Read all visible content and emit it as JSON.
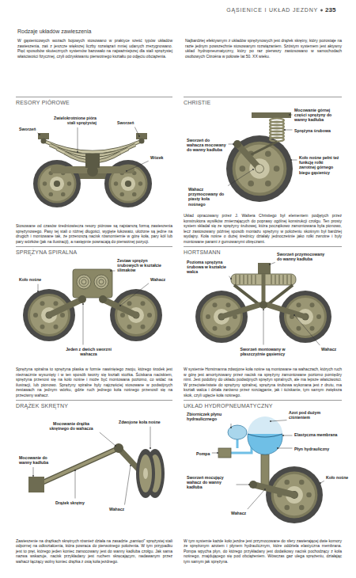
{
  "diagram": {
    "title": "Rodzaje układów zawieszenia",
    "nodes": [
      {
        "text": [
          "RESORY PIÓROWE",
          "Stosowane od czasów średniowiecza resory piórowe są najstarszą formą zawieszenia sprężynowego. Pasy tej stali o różnej długości, wygięte łukowato, ułożone są jedne na drugich i montowane tak, że przenoszą nacisk równomiernie w górę koła, pary kół lub pary wózków (jak na ilustracji), a następnie powracają do pierwotnej pozycji."
        ]
      },
      {
        "text": [
          "CHRISTIE",
          "Układ opracowany przez J. Waltera Christiego był elementem podjętych przez konstruktora wysiłków zmierzających do poprawy ogólnej konstrukcji czołgu. Ten prosty system składał się ze sprężyny śrubowej, która początkowo zamontowana była pionowo, lecz zastosowany później sposób montażu sprężyny w położeniu skośnym był bardziej wydajny. Koła nośne o dużej średnicy działały jednocześnie jako rolki zwrotne i były montowane parami z gumowanymi obręczami."
        ]
      },
      {
        "text": [
          "SPRĘŻYNA SPIRALNA",
          "Sprężyna spiralna to sprężyna płaska w formie nawiniętego zwoju, którego środek jest nieznacznie wysunięty i w ten sposób tworzy się kształt stożka. Ściskana naciskiem, sprężyna przenosi się na koło nośne i może być montowana poziomo, co widać na ilustracji, lub pionowo. Sprężyny spiralne były najczęściej stosowane w podwójnych zestawach na jednym wózku, gdzie ruch jednego koła nośnego przenosił się na przeciwny wahacz."
        ]
      },
      {
        "text": [
          "HORTSMANN",
          "W systemie Horstmanna zdwojone koła nośne są montowane na wahaczach, których ruch w górę jest amortyzowany przez nacisk na sprężyny zamontowane poziomo pomiędzy nimi. Jest podobny do układu podwójnych sprężyn spiralnych, ale ma lepsze właściwości. W przeciwieństwie do sprężyny spiralnej, sprężyna śrubowa wykonana jest z drutu, ma kształt walca i działa zarówno przez rozciąganie, jak i ściskanie, tym samym zwiększa skok, czyli ugięcie koła nośnego."
        ]
      },
      {
        "text": [
          "DRĄŻEK SKRĘTNY",
          "Zawieszenie na drążkach skrętnych również działa na zasadzie „pamięci” sprężystej stali odpornej na odkształcenia, która powraca do pierwotnego położenia. W tym przypadku jest to pręt, którego jeden koniec zamocowany jest do wanny kadłuba czołgu. Jak sama nazwa wskazuje, nacisk przykładany jest ruchem skręcającym, nadawanym przez wahacz łączący wolny koniec drążka z osią koła jezdnego."
        ]
      },
      {
        "text": [
          "UKŁAD HYDROPNEUMATYCZNY",
          "W tym systemie każde koło jezdne jest przymocowane do sfery zawierającej dwie komory ze sprężonym azotem i płynem hydraulicznym, które oddziela elastyczna membrana. Pompa wpycha płyn, do którego przykładany jest dodatkowy nacisk pochodzący z koła nośnego, znajdującego się pod obciążeniem. Wówczas gaz ulega sprężeniu, działając tym samym jak sprężyna."
        ]
      }
    ],
    "labels": [
      "GĄSIENICE I UKŁAD JEZDNY",
      "235",
      "W gąsienicowych wozach bojowych stosowano w praktyce sześć typów układów zawieszenia, zaś z jeszcze większej liczby rozwiązań mniej udanych zrezygnowano. Pięć sposobów skutecznych systemów bazowało na najważniejszej dla stali sprężystej właściwości fizycznej, czyli odzyskiwaniu pierwotnego kształtu po odjęciu obciążenia.",
      "Najbardziej efektywnym z układów sprężynowych jest drążek skrętny, który pozostaje na razie jednym powszechnie stosowanym rozwiązaniem. Szóstym systemem jest aktywny układ hydropneumatyczny, który po raz pierwszy zastosowano w samochodach osobowych Citroëna w połowie lat 50. XX wieku.",
      "Zwielokrotnione pióra stali sprężystej",
      "Sworzeń",
      "Sworzeń",
      "Wózek",
      "Mocowanie górnej części sprężyny do wanny kadłuba",
      "Sprężyna śrubowa",
      "Sworzeń do wahacza mocowany do wanny kadłuba",
      "Koło nośne pełni też funkcję rolki zwrotnej górnego biegu gąsienicy",
      "Wahacz przymocowany do piasty koła nośnego",
      "Zestaw sprężyn śrubowych w kształcie ślimaków",
      "Koło nośne",
      "Wahacz",
      "Jeden z dwóch sworzni wahacza",
      "Pozioma sprężyna śrubowa w kształcie walca",
      "Sworzeń przymocowany do wanny kadłuba",
      "Sworzeń montowany w płaszczyźnie gąsienicy",
      "Wahacz",
      "Mocowanie drążka skrętnego do wahacza",
      "Zdwojone koła nośne",
      "Mocowanie do wanny kadłuba",
      "Drążek skrętny",
      "Wahacz",
      "Azot pod dużym ciśnieniem",
      "Zbiorniczek płynu hydraulicznego",
      "Elastyczna membrana",
      "Pompa",
      "Płyn hydrauliczny",
      "Sworzeń mocujący wahacz do wanny kadłuba",
      "Koło nośne",
      "Wahacz"
    ]
  }
}
